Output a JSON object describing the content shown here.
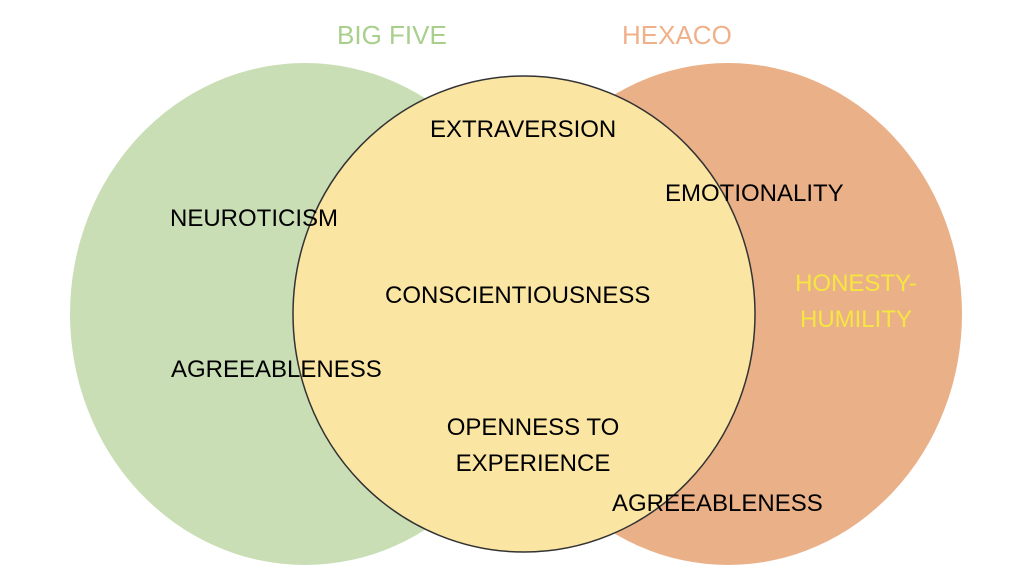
{
  "titles": {
    "left": "BIG FIVE",
    "right": "HEXACO"
  },
  "labels": {
    "extraversion": "EXTRAVERSION",
    "emotionality": "EMOTIONALITY",
    "neuroticism": "NEUROTICISM",
    "conscientiousness": "CONSCIENTIOUSNESS",
    "honesty_line1": "HONESTY-",
    "honesty_line2": "HUMILITY",
    "agreeableness_left": "AGREEABLENESS",
    "openness_line1": "OPENNESS TO",
    "openness_line2": "EXPERIENCE",
    "agreeableness_right": "AGREEABLENESS"
  },
  "colors": {
    "big_five": "#c9deb5",
    "hexaco": "#eab088",
    "shared": "#fae5a3",
    "big_five_title": "#a9cf8c",
    "hexaco_title": "#f0b08a",
    "honesty": "#f5e640"
  }
}
